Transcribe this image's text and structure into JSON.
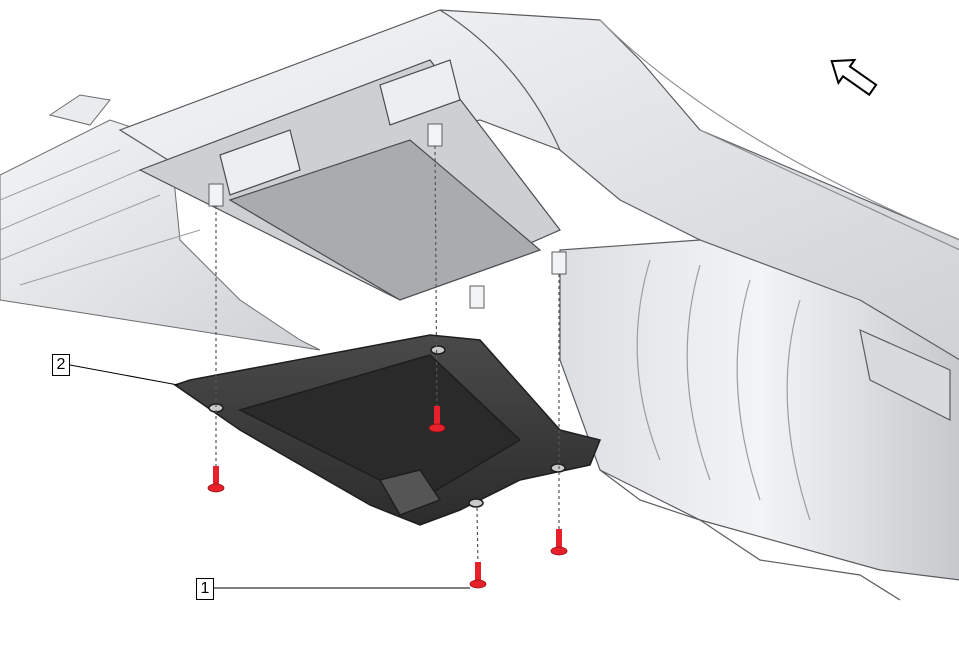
{
  "callouts": [
    {
      "id": "1",
      "label": "1",
      "part": "fastener"
    },
    {
      "id": "2",
      "label": "2",
      "part": "bracket"
    }
  ],
  "colors": {
    "fastener": "#e8202a",
    "bracket": "#3d3d3d",
    "housing": "#e6e8ea",
    "housing_shadow": "#b8bbbe",
    "outline": "#5a5c5f"
  },
  "icons": {
    "direction": "forward-arrow-icon"
  },
  "fastener_count": 4
}
